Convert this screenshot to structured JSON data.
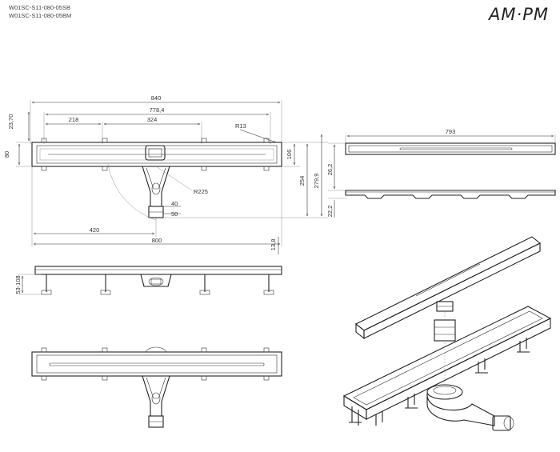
{
  "header": {
    "code_1": "W01SC-S11-080-05SB",
    "code_2": "W01SC-S11-080-05BM",
    "brand": "AM·PM"
  },
  "top_view": {
    "overall_width": "840",
    "inner_width": "778,4",
    "offset_left": "218",
    "support_spacing": "324",
    "corner_radius": "R13",
    "left_height_small": "23,70",
    "left_height": "80",
    "channel_height": "106",
    "body_height": "254",
    "total_height": "279,9",
    "swing_radius": "R225",
    "outlet_40": "40",
    "outlet_50": "50",
    "center_distance": "420",
    "channel_length": "800",
    "side_offset": "13,8"
  },
  "grate_view": {
    "grate_length": "793",
    "grate_height_1": "26,2",
    "grate_height_2": "22,2"
  },
  "side_view": {
    "leg_height_range": "53-108"
  }
}
